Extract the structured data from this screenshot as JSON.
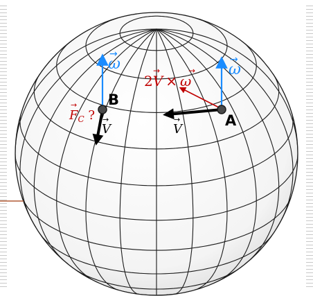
{
  "diagram": {
    "points": [
      {
        "id": "A",
        "label": "A"
      },
      {
        "id": "B",
        "label": "B"
      }
    ],
    "vectors": {
      "omega_A": "ω",
      "omega_B": "ω",
      "velocity_A": "V",
      "velocity_B": "V",
      "coriolis_A": {
        "coefficient": "2",
        "vector_1": "V",
        "operator": "×",
        "vector_2": "ω"
      },
      "coriolis_B": {
        "symbol": "F",
        "subscript": "C",
        "suffix": " ?"
      }
    },
    "colors": {
      "omega": "#1a8cff",
      "velocity": "#000000",
      "coriolis": "#c00000",
      "grid": "#1a1a1a",
      "left_marker": "#b25a35"
    }
  }
}
